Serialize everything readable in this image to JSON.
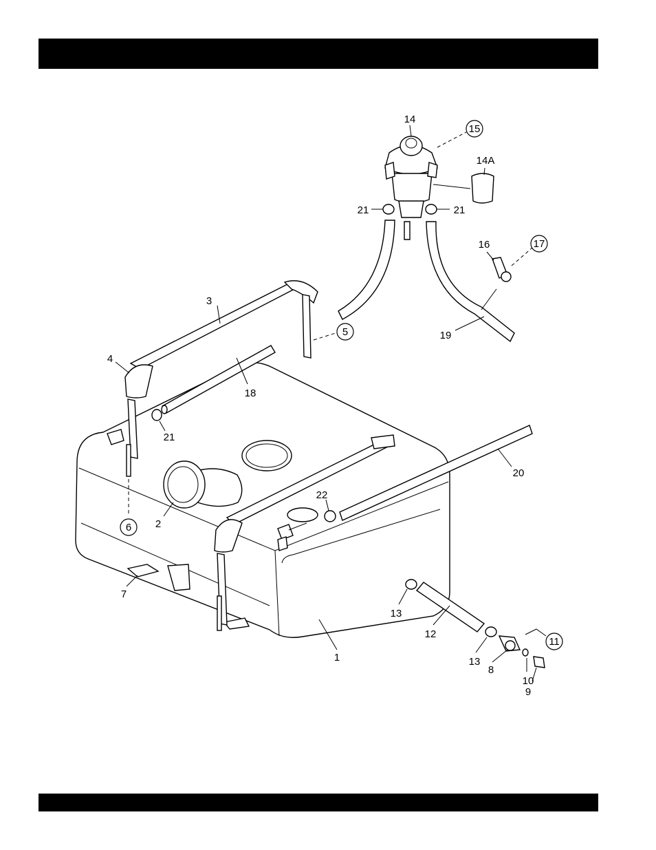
{
  "callouts": {
    "p1": "1",
    "p2": "2",
    "p3": "3",
    "p4": "4",
    "p5": "5",
    "p6": "6",
    "p7": "7",
    "p8": "8",
    "p9": "9",
    "p10": "10",
    "p11": "11",
    "p12": "12",
    "p13a": "13",
    "p13b": "13",
    "p14": "14",
    "p14a": "14A",
    "p15": "15",
    "p16": "16",
    "p17": "17",
    "p18": "18",
    "p19": "19",
    "p20": "20",
    "p21a": "21",
    "p21b": "21",
    "p21c": "21",
    "p22": "22"
  }
}
